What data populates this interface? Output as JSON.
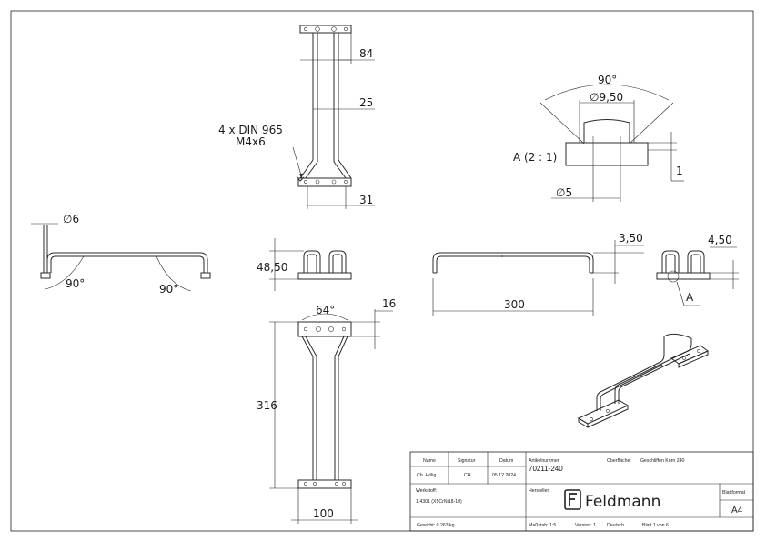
{
  "dimensions": {
    "top_width_84": "84",
    "top_spacing_25": "25",
    "bottom_width_31": "31",
    "screws": "4 x DIN 965",
    "screw_size": "M4x6",
    "angle_90": "90°",
    "diameter_950": "∅9,50",
    "detail_label": "A (2 : 1)",
    "depth_1": "1",
    "diameter_5": "∅5",
    "side_diameter_6": "∅6",
    "side_angle_left": "90°",
    "side_angle_right": "90°",
    "end_height_4850": "48,50",
    "offset_350": "3,50",
    "offset_450": "4,50",
    "detail_ref_a": "A",
    "length_300": "300",
    "angle_64": "64°",
    "height_16": "16",
    "length_316": "316",
    "width_100": "100"
  },
  "title_block": {
    "name_header": "Name",
    "signature_header": "Signatur",
    "date_header": "Datum",
    "article_label": "Artikelnummer",
    "article_value": "70211-240",
    "surface_label": "Oberfläche:",
    "surface_value": "Geschliffen Korn 240",
    "name_value": "Ch. Hölig",
    "signature_value": "CH",
    "date_value": "05.12.2024",
    "material_label": "Werkstoff:",
    "material_value": "1.4301 (X5CrNi18-10)",
    "manufacturer_label": "Hersteller",
    "brand": "Feldmann",
    "format_label": "Blattformat",
    "format_value": "A4",
    "weight": "Gewicht: 0.263 kg",
    "scale": "Maßstab: 1:5",
    "version": "Version: 1",
    "language": "Deutsch",
    "sheet": "Blatt 1 von 6"
  }
}
